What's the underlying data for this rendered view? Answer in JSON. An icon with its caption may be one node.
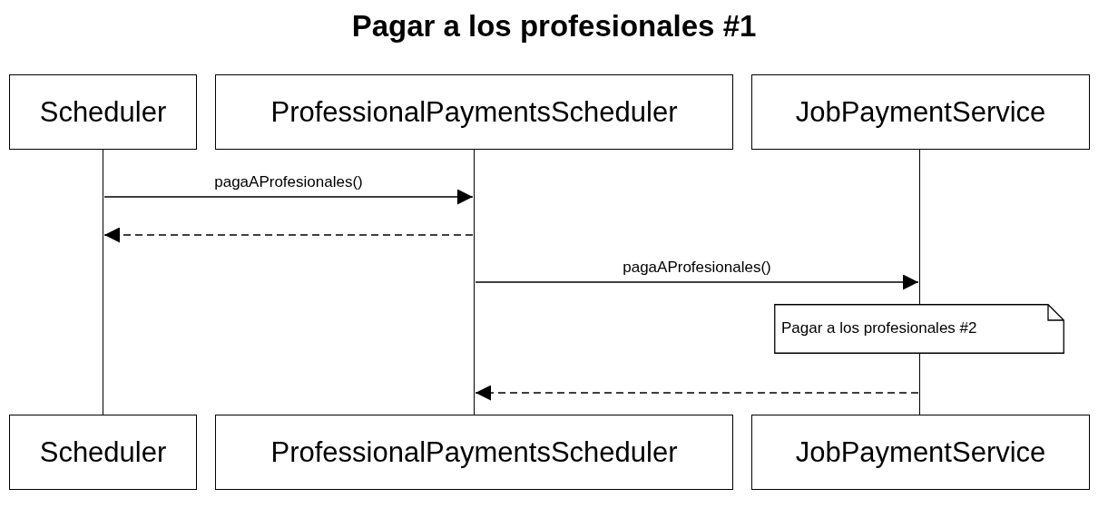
{
  "diagram": {
    "title": "Pagar a los profesionales #1",
    "nodes": [
      {
        "text": [
          "Scheduler"
        ]
      },
      {
        "text": [
          "ProfessionalPaymentsScheduler"
        ]
      },
      {
        "text": [
          "JobPaymentService"
        ]
      },
      {
        "text": [],
        "shape": "bar"
      },
      {
        "text": [],
        "shape": "bar"
      },
      {
        "text": [],
        "shape": "bar"
      },
      {
        "text": [
          "Pagar a los profesionales #2"
        ]
      },
      {
        "text": [
          "Scheduler"
        ]
      },
      {
        "text": [
          "ProfessionalPaymentsScheduler"
        ]
      },
      {
        "text": [
          "JobPaymentService"
        ]
      }
    ],
    "edges": [
      {
        "from": 3,
        "to": 4,
        "arrow": "to",
        "label": "pagaAProfesionales()"
      },
      {
        "from": 4,
        "to": 3,
        "arrow": "to",
        "style": "dashed"
      },
      {
        "from": 4,
        "to": 5,
        "arrow": "to",
        "label": "pagaAProfesionales()"
      },
      {
        "from": 5,
        "to": 4,
        "arrow": "to",
        "style": "dashed"
      }
    ]
  }
}
